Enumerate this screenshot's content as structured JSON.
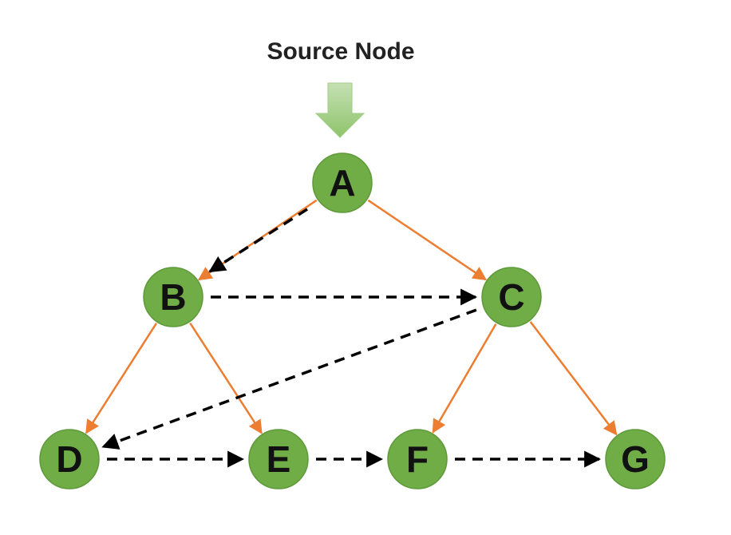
{
  "title": "Source Node",
  "colors": {
    "node_fill": "#70ad47",
    "node_stroke": "#5e9a3a",
    "tree_edge": "#ed7d31",
    "traversal_edge": "#000000",
    "source_arrow": "#a9d18e"
  },
  "nodes": [
    {
      "id": "A",
      "label": "A"
    },
    {
      "id": "B",
      "label": "B"
    },
    {
      "id": "C",
      "label": "C"
    },
    {
      "id": "D",
      "label": "D"
    },
    {
      "id": "E",
      "label": "E"
    },
    {
      "id": "F",
      "label": "F"
    },
    {
      "id": "G",
      "label": "G"
    }
  ],
  "tree_edges": [
    {
      "from": "A",
      "to": "B"
    },
    {
      "from": "A",
      "to": "C"
    },
    {
      "from": "B",
      "to": "D"
    },
    {
      "from": "B",
      "to": "E"
    },
    {
      "from": "C",
      "to": "F"
    },
    {
      "from": "C",
      "to": "G"
    }
  ],
  "traversal_order": [
    "A",
    "B",
    "C",
    "D",
    "E",
    "F",
    "G"
  ]
}
